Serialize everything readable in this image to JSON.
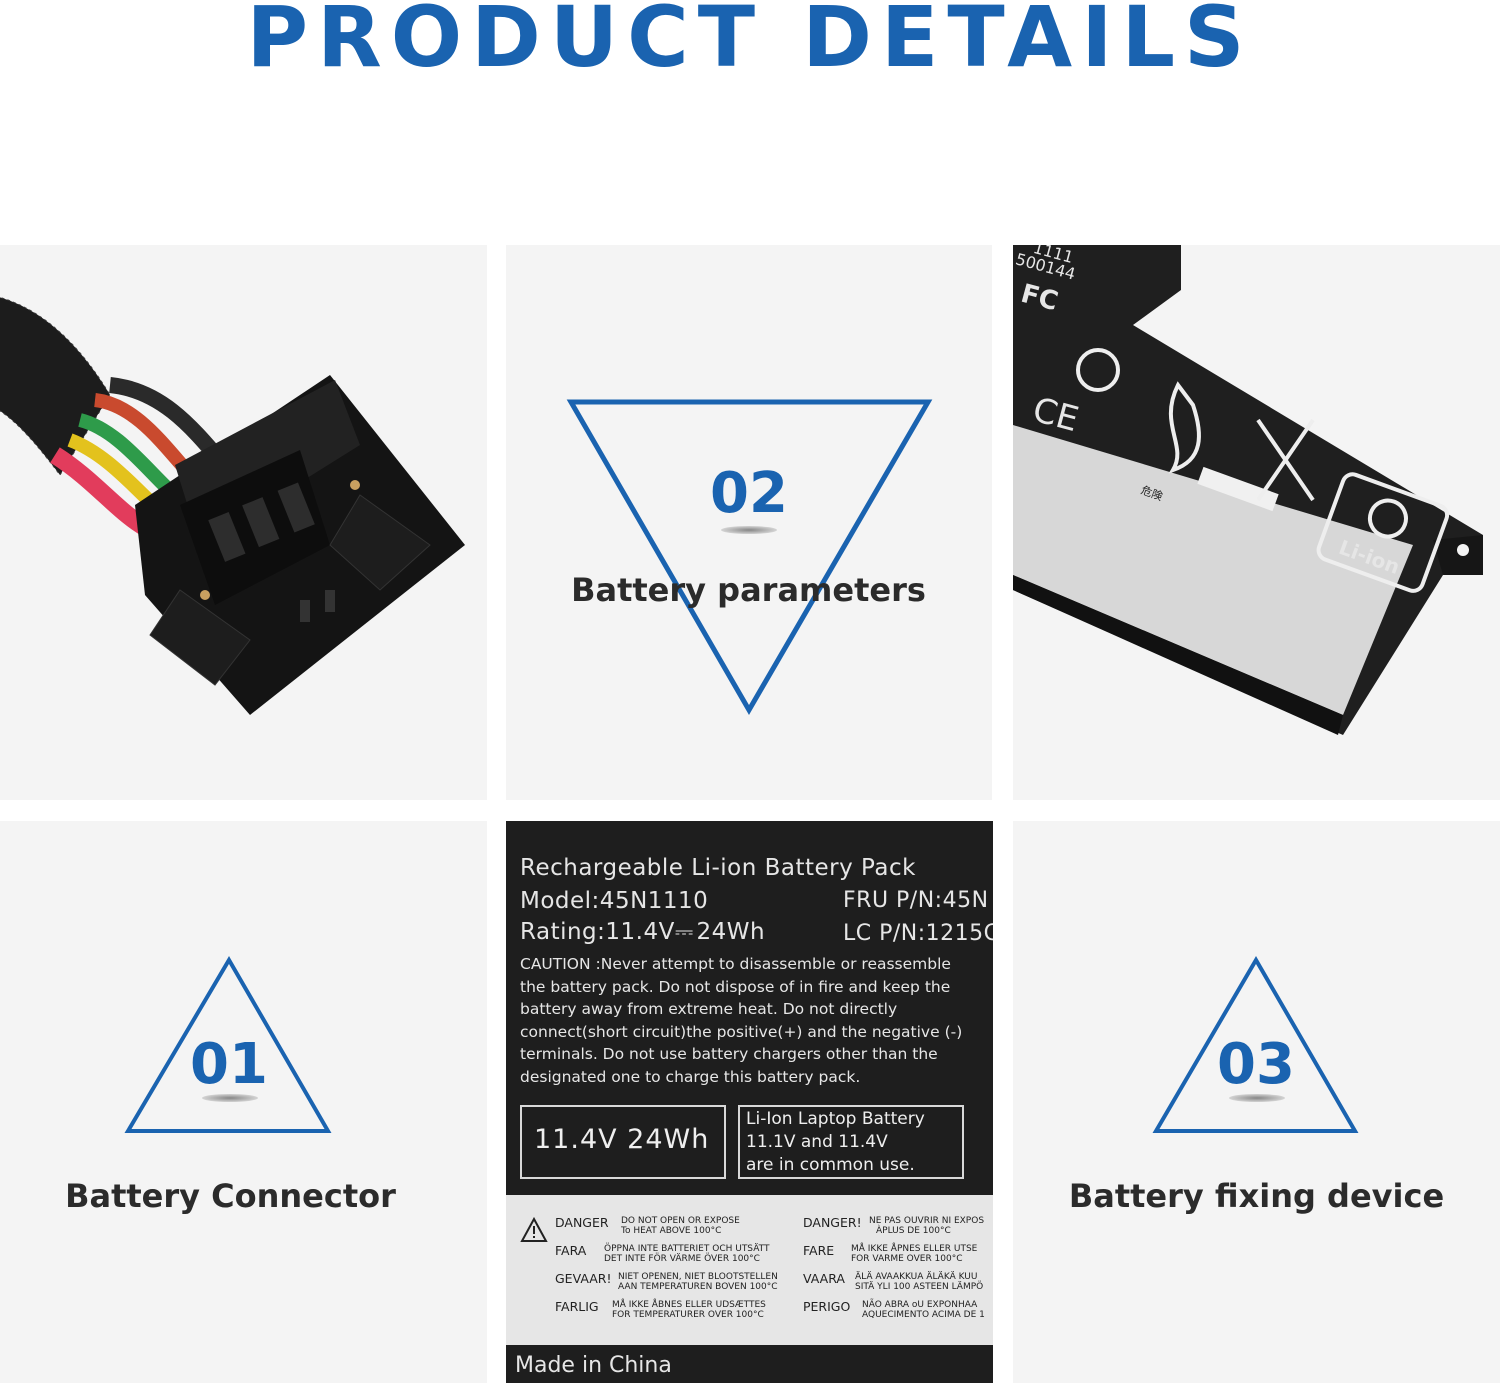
{
  "page_title": "PRODUCT DETAILS",
  "features": [
    {
      "number": "01",
      "caption": "Battery Connector"
    },
    {
      "number": "02",
      "caption": "Battery parameters"
    },
    {
      "number": "03",
      "caption": "Battery fixing device"
    }
  ],
  "label": {
    "heading": "Rechargeable Li-ion Battery Pack",
    "model": "Model:45N1110",
    "fru": "FRU P/N:45N",
    "rating": "Rating:11.4V⎓ 24Wh",
    "lc": "LC P/N:1215C",
    "caution": "CAUTION :Never attempt to disassemble or reassemble the battery pack. Do not dispose of in fire and keep the battery away from extreme heat. Do not directly connect(short circuit)the positive(+) and the negative (-) terminals. Do not use battery chargers other than the designated one to charge this battery pack.",
    "spec_box": "11.4V   24Wh",
    "info_box": [
      "Li-Ion Laptop Battery",
      "11.1V and 11.4V",
      "are in common use."
    ],
    "warnings": [
      {
        "word": "DANGER",
        "text": [
          "DO NOT OPEN OR EXPOSE",
          "To HEAT ABOVE 100°C"
        ]
      },
      {
        "word": "FARA",
        "text": [
          "ÖPPNA INTE BATTERIET OCH UTSÄTT",
          "DET INTE FÖR VÄRME ÖVER 100°C"
        ]
      },
      {
        "word": "GEVAAR!",
        "text": [
          "NIET OPENEN, NIET BLOOTSTELLEN",
          "AAN TEMPERATUREN BOVEN 100°C"
        ]
      },
      {
        "word": "FARLIG",
        "text": [
          "MÅ IKKE ÅBNES ELLER UDSÆTTES",
          "FOR TEMPERATURER OVER 100°C"
        ]
      },
      {
        "word": "DANGER!",
        "text": [
          "NE PAS OUVRIR NI EXPOS",
          "ÀPLUS DE 100°C"
        ]
      },
      {
        "word": "FARE",
        "text": [
          "MÅ IKKE ÅPNES ELLER UTSE",
          "FOR VARME OVER 100°C"
        ]
      },
      {
        "word": "VAARA",
        "text": [
          "ÄLÄ AVAAKKUA ÄLÄKÄ KUU",
          "SITÄ YLI 100 ASTEEN LÄMPÖ"
        ]
      },
      {
        "word": "PERIGO",
        "text": [
          "NÃO ABRA oU EXPONHAA",
          "AQUECIMENTO ACIMA DE 1"
        ]
      }
    ],
    "made_in": "Made in China"
  },
  "battery_markings": {
    "code_1": "1111",
    "code_2": "500144",
    "fcc": "FC",
    "ce": "CE",
    "recycle": "Li-ion",
    "japanese_heading": "危険"
  },
  "colors": {
    "accent": "#1a63b0",
    "caption": "#2b2b2b",
    "panel": "#f4f4f4",
    "label_bg": "#1e1e1e"
  }
}
